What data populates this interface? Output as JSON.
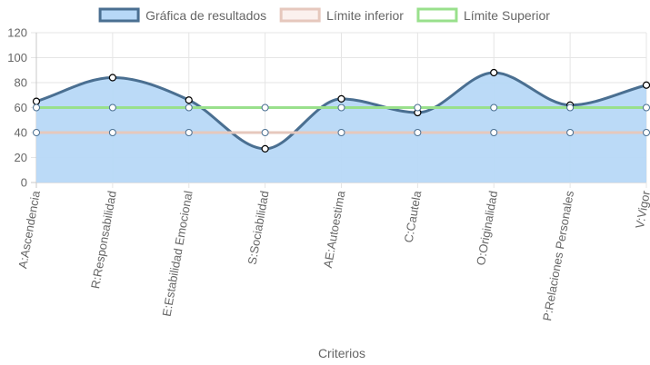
{
  "chart_data": {
    "type": "line",
    "xlabel": "Criterios",
    "ylabel": "",
    "ylim": [
      0,
      120
    ],
    "yticks": [
      0,
      20,
      40,
      60,
      80,
      100,
      120
    ],
    "grid": true,
    "legend_position": "top",
    "categories": [
      "A:Ascendencia",
      "R:Responsabilidad",
      "E:Estabilidad Emocional",
      "S:Sociabilidad",
      "AE:Autoestima",
      "C:Cautela",
      "O:Originalidad",
      "P:Relaciones Personales",
      "V:Vigor"
    ],
    "series": [
      {
        "name": "Gráfica de resultados",
        "values": [
          65,
          84,
          66,
          27,
          67,
          56,
          88,
          62,
          78
        ],
        "stroke": "#4a6f91",
        "fill": "#b7d8f7",
        "area": true,
        "smooth": true
      },
      {
        "name": "Límite inferior",
        "values": [
          40,
          40,
          40,
          40,
          40,
          40,
          40,
          40,
          40
        ],
        "stroke": "#e6c8bd",
        "fill": "#fbf1ee",
        "area": false,
        "smooth": false
      },
      {
        "name": "Límite Superior",
        "values": [
          60,
          60,
          60,
          60,
          60,
          60,
          60,
          60,
          60
        ],
        "stroke": "#99e08c",
        "fill": "#ffffff",
        "area": false,
        "smooth": false
      }
    ]
  }
}
